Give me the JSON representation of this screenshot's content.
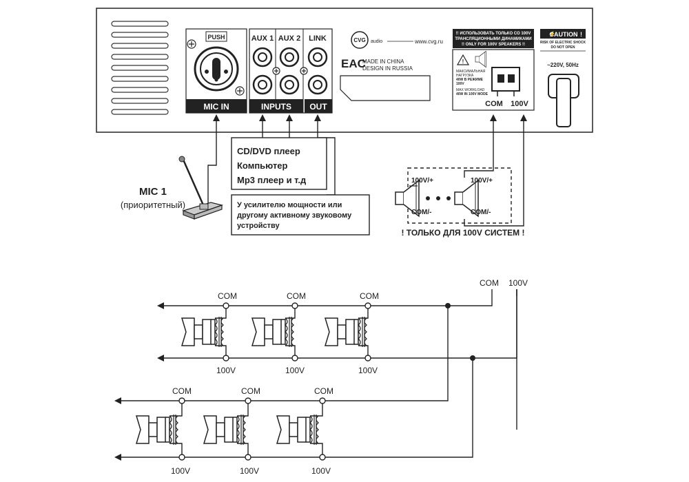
{
  "panel": {
    "push": "PUSH",
    "mic_in": "MIC IN",
    "aux1": "AUX 1",
    "aux2": "AUX 2",
    "link": "LINK",
    "inputs": "INPUTS",
    "out": "OUT",
    "brand": "CVG",
    "brand_sub": "audio",
    "url": "www.cvg.ru",
    "eac": "EAC",
    "made_in": "MADE IN CHINA",
    "design_in": "DESIGN IN RUSSIA",
    "warn_line1": "!! ИСПОЛЬЗОВАТЬ ТОЛЬКО СО 100V",
    "warn_line2": "ТРАНСЛЯЦИОННЫМИ ДИНАМИКАМИ",
    "warn_line3": "!! ONLY FOR 100V SPEAKERS !!",
    "load_ru1": "МАКСИМАЛЬНАЯ",
    "load_ru2": "НАГРУЗКА",
    "load_ru3": "40W В РЕЖИМЕ",
    "load_ru4": "100V",
    "load_en1": "MAX WORKLOAD",
    "load_en2": "40W IN 100V MODE",
    "com": "COM",
    "v100": "100V",
    "caution": "CAUTION",
    "shock1": "RISK OF ELECTRIC SHOCK",
    "shock2": "DO NOT OPEN",
    "power": "~220V, 50Hz"
  },
  "mic": {
    "title": "MIC 1",
    "subtitle": "(приоритетный)"
  },
  "sources_box": {
    "line1": "CD/DVD плеер",
    "line2": "Компьютер",
    "line3": "Mp3 плеер и т.д"
  },
  "link_box": {
    "line1": "У усилителю мощности или",
    "line2": "другому активному звуковому",
    "line3": "устройству"
  },
  "speakers": {
    "plus_left": "100V/+",
    "plus_right": "100V/+",
    "minus_left": "COM/-",
    "minus_right": "COM/-",
    "only_100v": "! ТОЛЬКО ДЛЯ 100V СИСТЕМ !"
  },
  "wiring": {
    "com_top": "COM",
    "v100_top": "100V",
    "row1_com": [
      "COM",
      "COM",
      "COM"
    ],
    "row1_100v": [
      "100V",
      "100V",
      "100V"
    ],
    "row2_com": [
      "COM",
      "COM",
      "COM"
    ],
    "row2_100v": [
      "100V",
      "100V",
      "100V"
    ]
  }
}
